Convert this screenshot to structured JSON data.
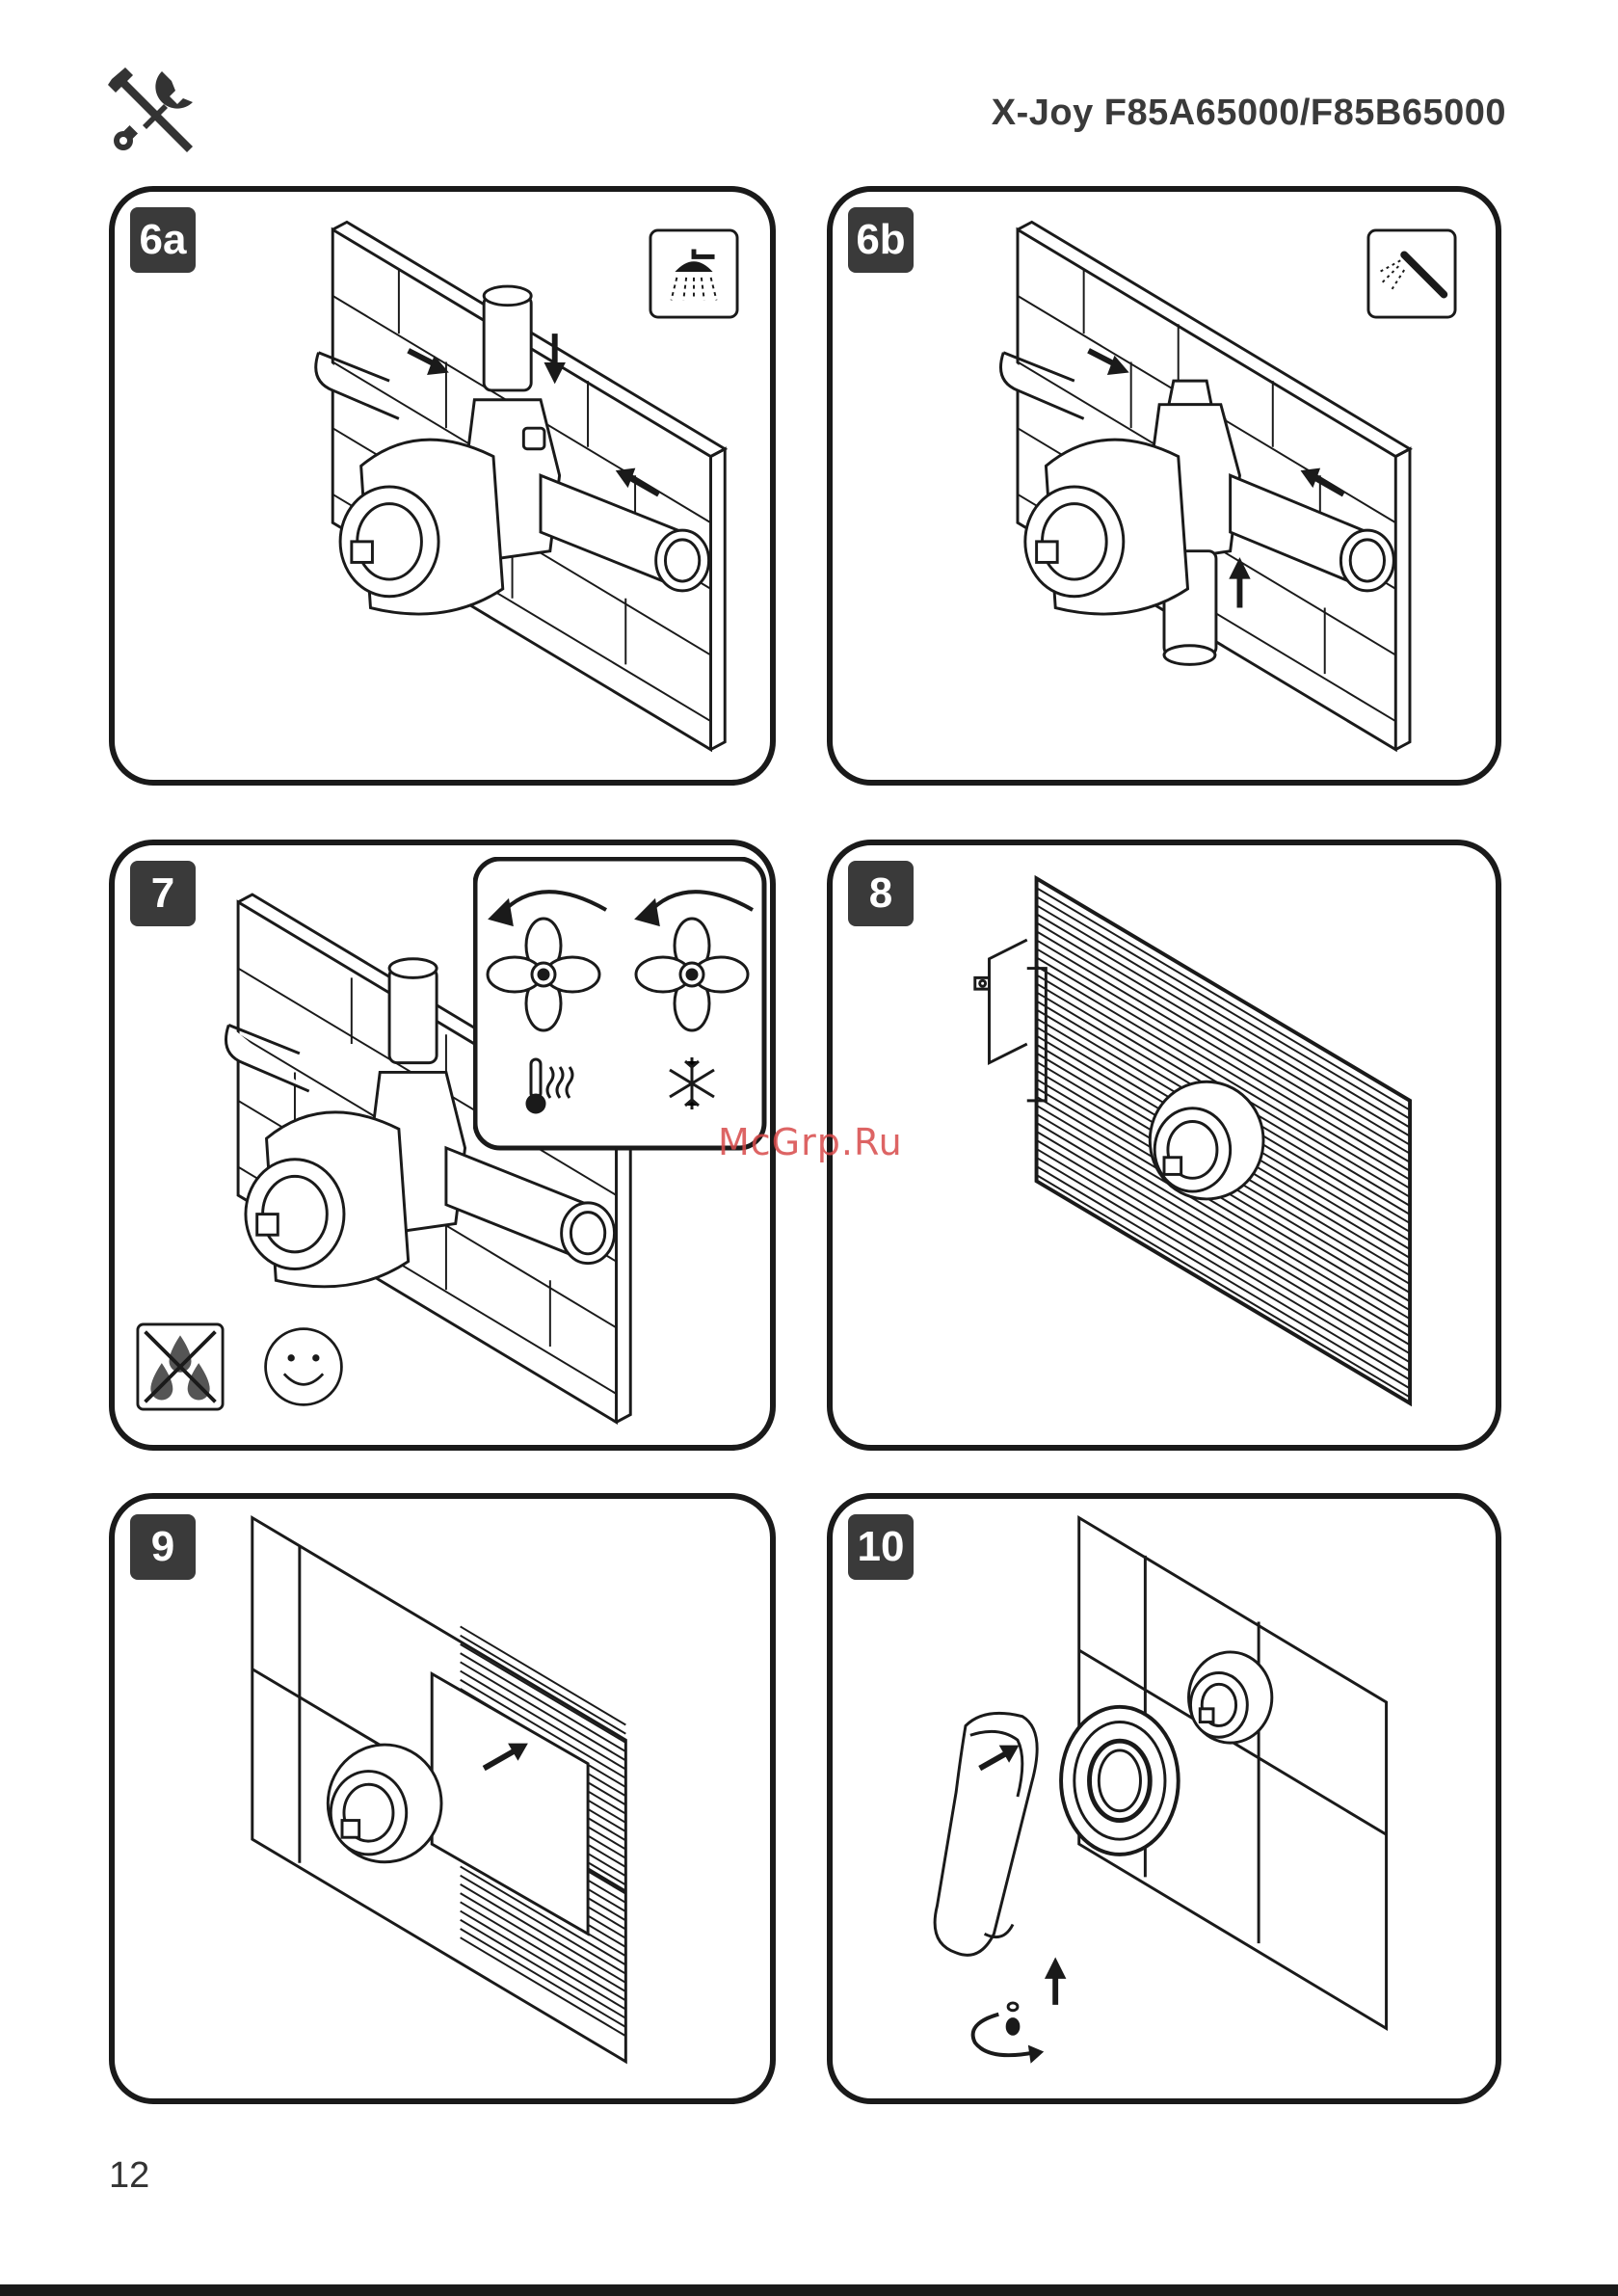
{
  "header": {
    "model_title": "X-Joy F85A65000/F85B65000",
    "logo_icon": "wrench-screwdriver-icon"
  },
  "steps": [
    {
      "label": "6a",
      "icon": "overhead-shower-icon"
    },
    {
      "label": "6b",
      "icon": "hand-shower-icon"
    },
    {
      "label": "7",
      "icons": [
        "rotate-ccw-hot-icon",
        "rotate-ccw-cold-icon",
        "thermometer-icon",
        "snowflake-icon",
        "no-water-drops-icon",
        "smiley-icon"
      ]
    },
    {
      "label": "8"
    },
    {
      "label": "9"
    },
    {
      "label": "10"
    }
  ],
  "watermark": "McGrp.Ru",
  "page_number": "12",
  "colors": {
    "ink": "#1a1a1a",
    "badge": "#3a3a3a",
    "watermark": "#d84a4a"
  }
}
